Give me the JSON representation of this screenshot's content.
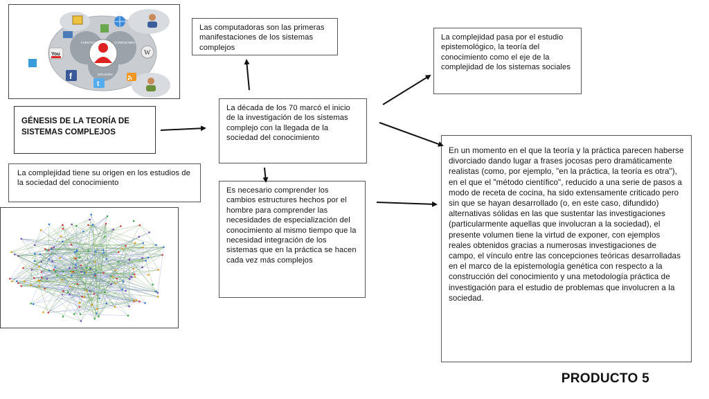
{
  "title_box": "GÉNESIS DE LA TEORÍA DE SISTEMAS COMPLEJOS",
  "origin_box": "La complejidad tiene su origen en los estudios de la sociedad del conocimiento",
  "center_box": "La década de los 70 marcó el inicio de la investigación de los sistemas complejo con la llegada de la sociedad del conocimiento",
  "computers_box": "Las computadoras son las primeras manifestaciones de los sistemas complejos",
  "epistemology_box": "La complejidad pasa por el estudio epistemológico, la teoría del conocimiento como el eje de la complejidad de los sistemas sociales",
  "changes_box": "Es necesario comprender los cambios estructures hechos por el hombre para comprender las necesidades de especialización del conocimiento al mismo tiempo que la necesidad integración de los sistemas que en la práctica se hacen cada vez más complejos",
  "large_box": "En un momento en el que la teoría y la práctica parecen haberse divorciado dando lugar a frases jocosas pero dramáticamente realistas (como, por ejemplo, \"en la práctica, la teoría es otra\"), en el que el \"método científico\", reducido a una serie de pasos a modo de receta de cocina, ha sido extensamente criticado pero sin que se hayan desarrollado (o, en este caso, difundido) alternativas sólidas en las que sustentar las investigaciones (particularmente aquellas que involucran a la sociedad), el presente volumen tiene la virtud de exponer, con ejemplos reales obtenidos gracias a numerosas investigaciones de campo, el vínculo entre las concepciones teóricas desarrolladas en el marco de la epistemología genética con respecto a la construcción del conocimiento y una metodología práctica de investigación para el estudio de problemas que involucren a la sociedad.",
  "footer": "PRODUCTO 5",
  "social_image": {
    "labels": {
      "center_left": "FUENTES",
      "center_right": "CONEXIONES",
      "center_bottom": "DIFUSIÓN"
    },
    "icons": [
      "youtube-icon",
      "facebook-icon",
      "twitter-icon",
      "rss-icon",
      "wikipedia-icon",
      "globe-icon",
      "user-icon"
    ],
    "icon_texts": {
      "youtube": "You",
      "facebook": "f",
      "twitter": "t",
      "wikipedia": "W"
    }
  },
  "network_image": {
    "node_colors": [
      "#3a7bd5",
      "#7b4bb8",
      "#3aa84a",
      "#e0a020",
      "#d04040"
    ]
  },
  "colors": {
    "border": "#555555",
    "arrow": "#111111",
    "network_edge": "#5a9a4a",
    "network_edge_alt": "#8890d8"
  }
}
